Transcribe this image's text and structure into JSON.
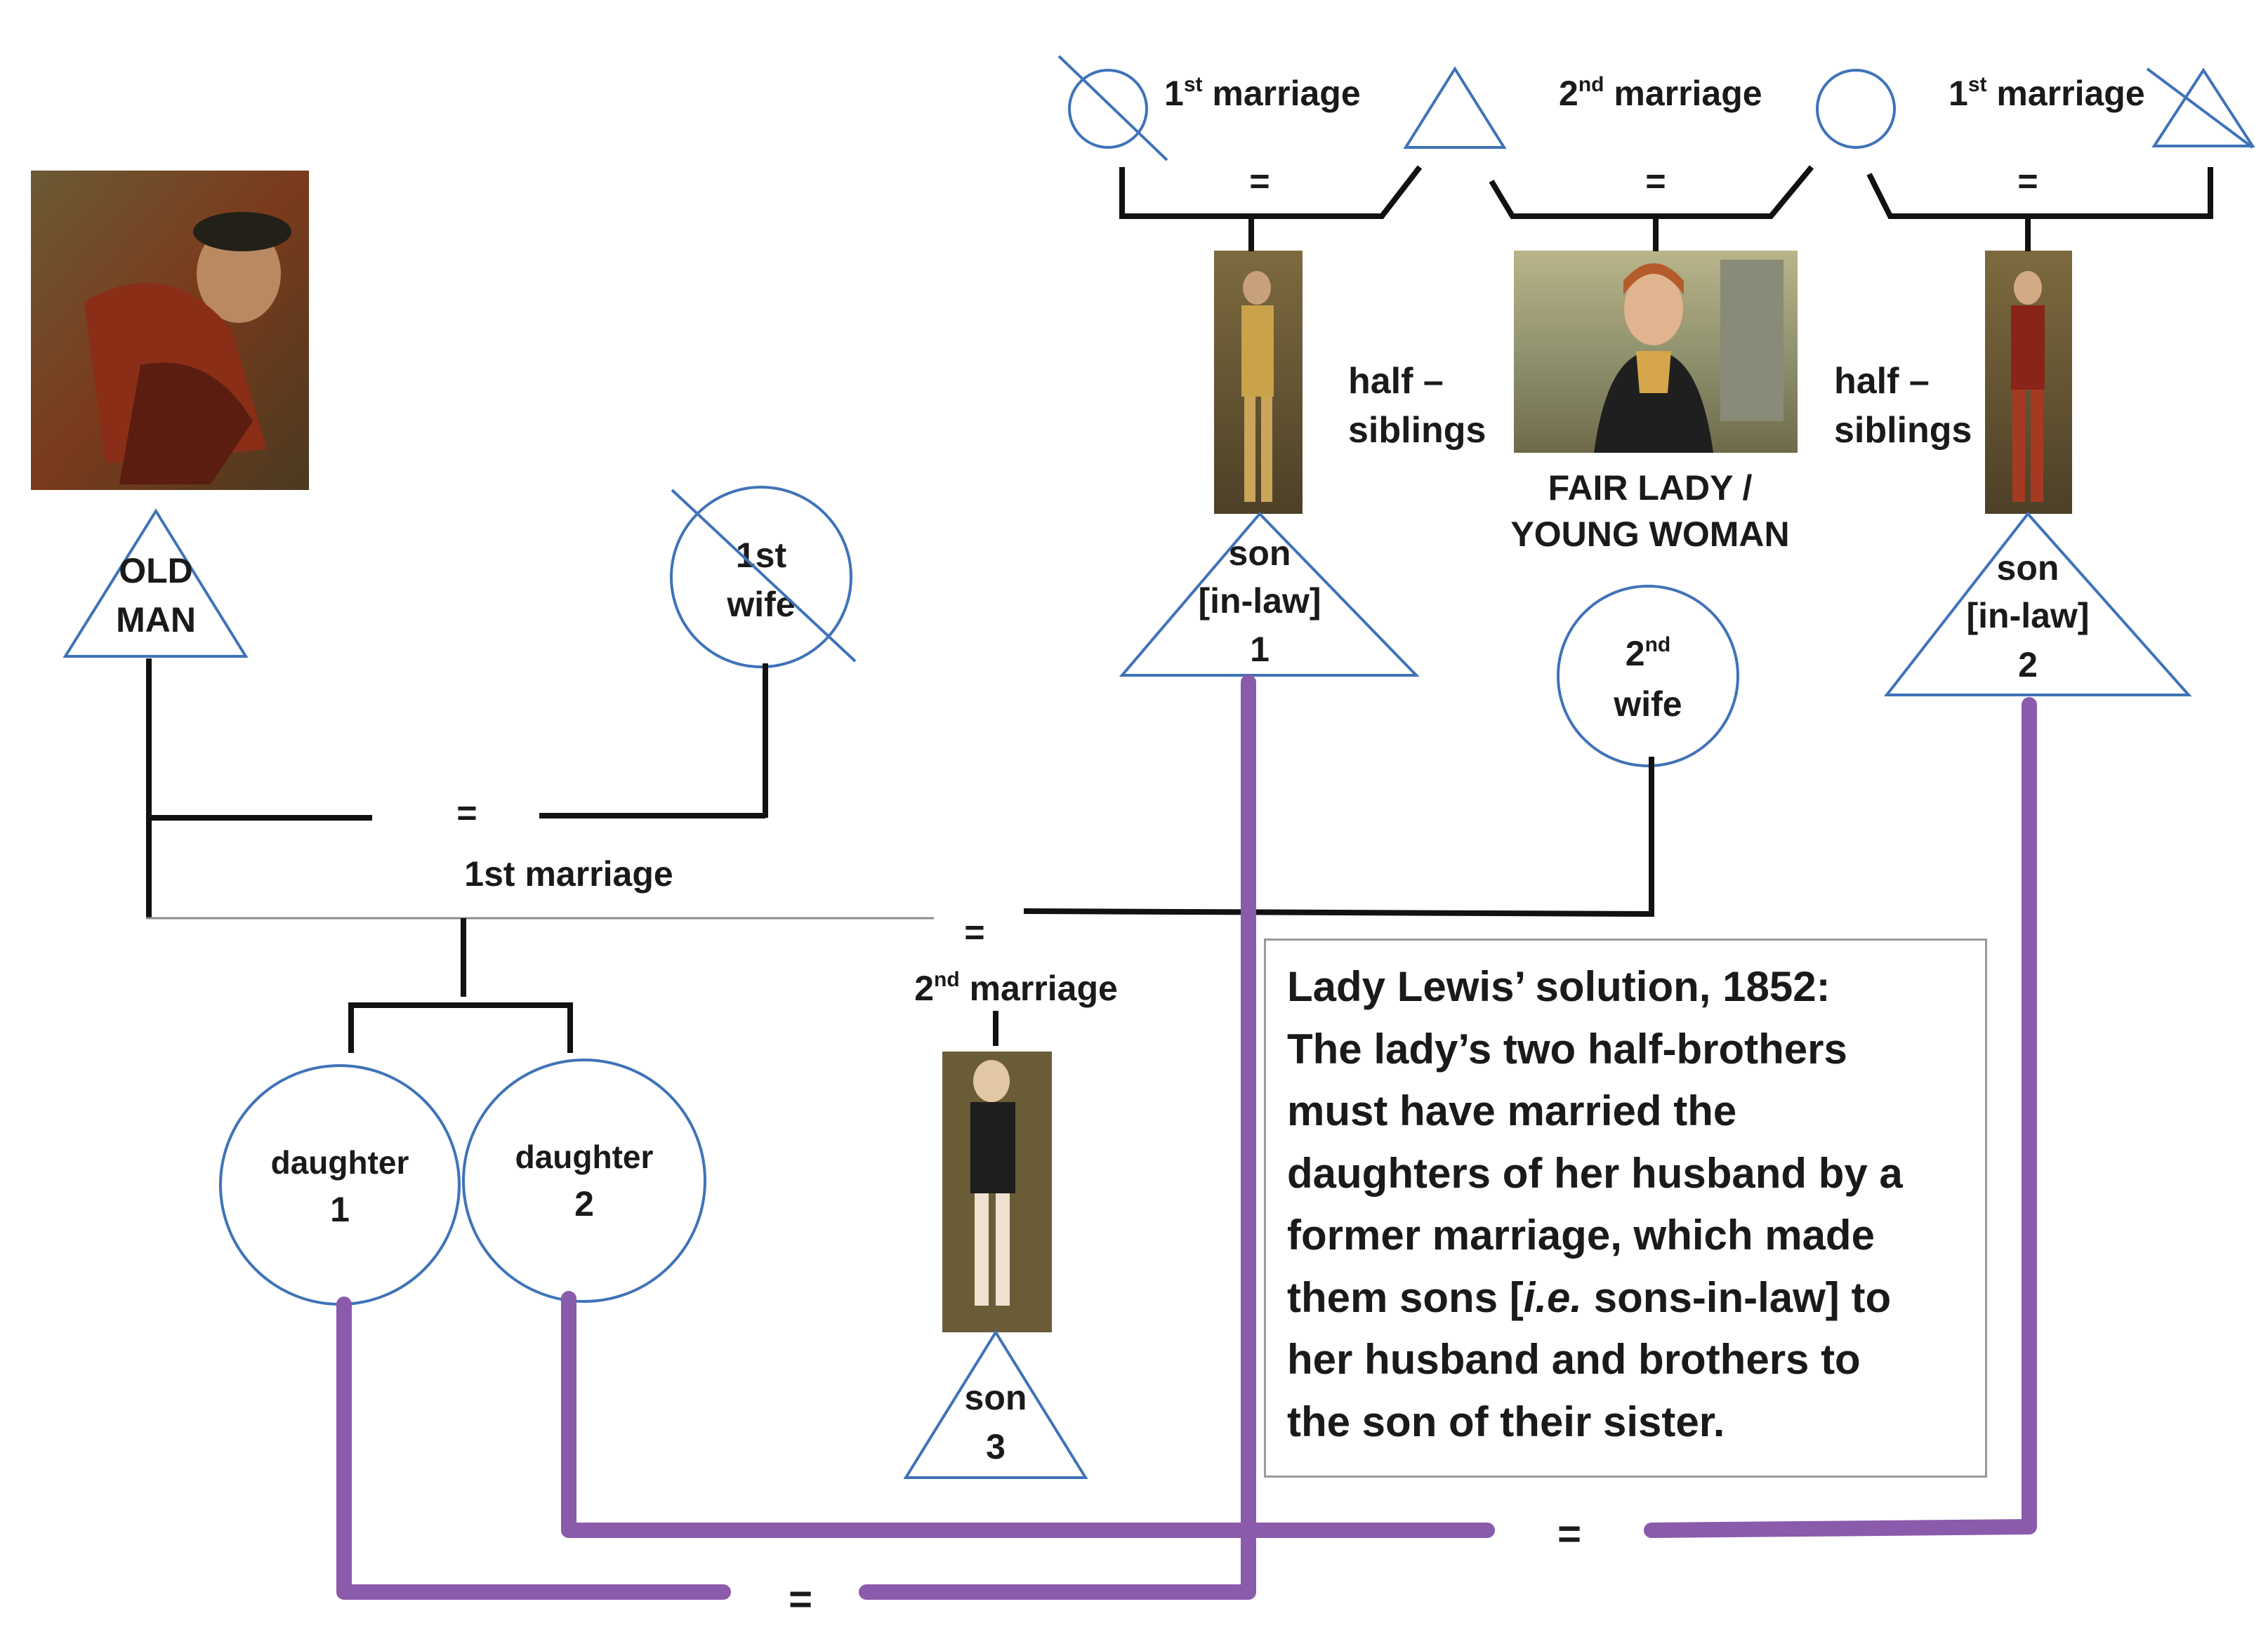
{
  "colors": {
    "symbol_outline": "#3f73b8",
    "kinship_line": "#111111",
    "connector": "#8a5aab"
  },
  "top": {
    "marriage_1_left": {
      "ord": "1",
      "sup": "st",
      "text": " marriage"
    },
    "marriage_2": {
      "ord": "2",
      "sup": "nd",
      "text": " marriage"
    },
    "marriage_1_right": {
      "ord": "1",
      "sup": "st",
      "text": " marriage"
    },
    "half_siblings_left": [
      "half –",
      "siblings"
    ],
    "half_siblings_right": [
      "half –",
      "siblings"
    ],
    "fair_lady": [
      "FAIR LADY /",
      "YOUNG WOMAN"
    ],
    "equals": "="
  },
  "people": {
    "old_man": [
      "OLD",
      "MAN"
    ],
    "first_wife": [
      "1st",
      "wife"
    ],
    "second_wife": {
      "ord": "2",
      "sup": "nd",
      "word": "wife"
    },
    "son_1": [
      "son",
      "[in-law]",
      "1"
    ],
    "son_2": [
      "son",
      "[in-law]",
      "2"
    ],
    "son_3": [
      "son",
      "3"
    ],
    "daughter_1": [
      "daughter",
      "1"
    ],
    "daughter_2": [
      "daughter",
      "2"
    ]
  },
  "marriages": {
    "first": "1st marriage",
    "second": {
      "ord": "2",
      "sup": "nd",
      "text": " marriage"
    },
    "equals": "="
  },
  "solution": {
    "lines": [
      "Lady Lewis’ solution, 1852:",
      "The lady’s two half-brothers",
      "must have married the",
      "daughters of her husband by a",
      "former marriage, which made"
    ],
    "line6": {
      "pre": "them sons [",
      "italic": "i.e.",
      "post": " sons-in-law] to"
    },
    "lines_end": [
      "her husband and brothers to",
      "the son of their sister."
    ]
  }
}
